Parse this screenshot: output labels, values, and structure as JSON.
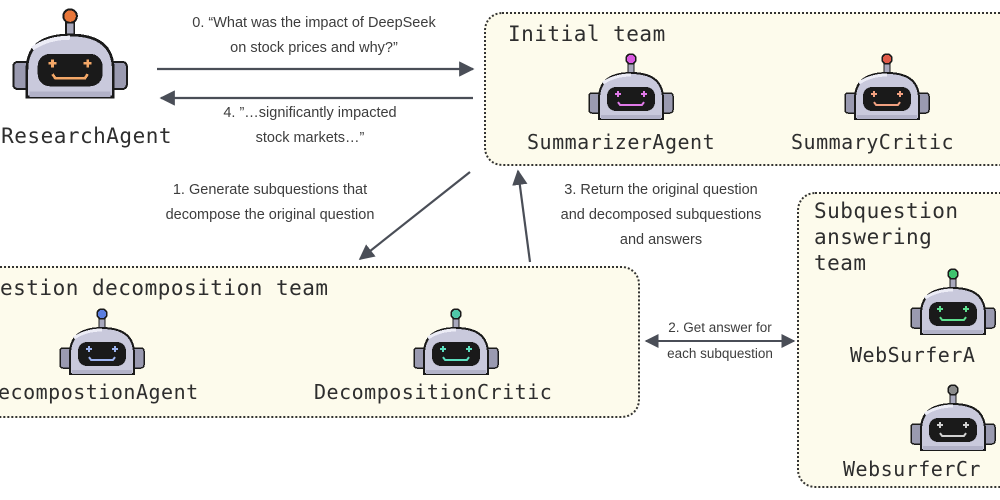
{
  "orchestrator": {
    "label": "oResearchAgent",
    "antenna_color": "#e9773a",
    "face_color": "#f4a868"
  },
  "teams": {
    "initial": {
      "title": "Initial team",
      "agents": [
        {
          "label": "SummarizerAgent",
          "antenna_color": "#d858e0",
          "face_color": "#e07ae8"
        },
        {
          "label": "SummaryCritic",
          "antenna_color": "#e05a48",
          "face_color": "#f0a080"
        }
      ]
    },
    "decomposition": {
      "title": "estion decomposition team",
      "agents": [
        {
          "label": "ecompostionAgent",
          "antenna_color": "#5b7ee0",
          "face_color": "#9db4f0"
        },
        {
          "label": "DecompositionCritic",
          "antenna_color": "#4fc7a8",
          "face_color": "#5de0c0"
        }
      ]
    },
    "answering": {
      "title_lines": [
        "Subquestion",
        "answering",
        "team"
      ],
      "agents": [
        {
          "label": "WebSurferA",
          "antenna_color": "#3ec46e",
          "face_color": "#5fe090"
        },
        {
          "label": "WebsurferCr",
          "antenna_color": "#8a8a8a",
          "face_color": "#d0d0d0"
        }
      ]
    }
  },
  "captions": {
    "step0": [
      "0. “What was the impact of DeepSeek",
      "on stock prices and why?”"
    ],
    "step4": [
      "4. ”…significantly impacted",
      "stock markets…”"
    ],
    "step1": [
      "1. Generate subquestions that",
      "decompose the original question"
    ],
    "step3": [
      "3. Return the original question",
      "and decomposed subquestions",
      "and answers"
    ],
    "step2": [
      "2. Get answer for",
      "each subquestion"
    ]
  },
  "colors": {
    "team_bg": "#fdfbec",
    "arrow": "#4a4e57",
    "robot_body": "#c9c9dc",
    "robot_dark": "#1a1a1a"
  }
}
